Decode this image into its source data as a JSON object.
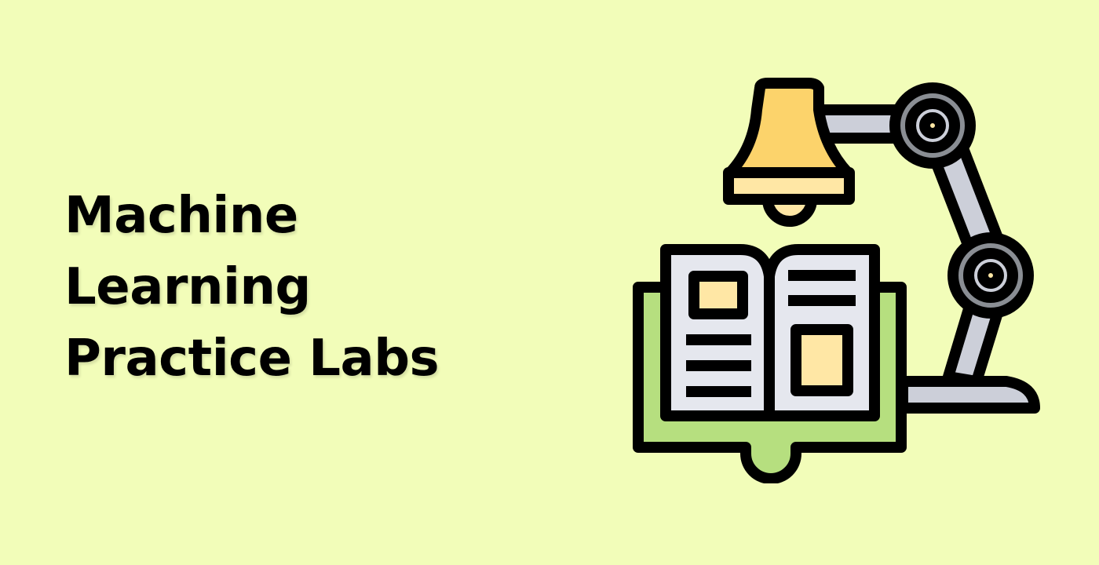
{
  "banner": {
    "background": "#F2FDB9",
    "title_lines": [
      "Machine",
      "Learning",
      "Practice Labs"
    ],
    "illustration": {
      "icon_name": "robot-arm-lamp-reading-book-icon",
      "colors": {
        "outline": "#000000",
        "lamp_shade": "#FCD36B",
        "lamp_rim": "#FFE7A5",
        "arm": "#CCCFD9",
        "joint": "#8A8E94",
        "joint_center": "#FFE7A5",
        "book_cover": "#B6DF7F",
        "book_pages": "#E5E7EE",
        "book_images": "#FFE7A5"
      }
    }
  }
}
